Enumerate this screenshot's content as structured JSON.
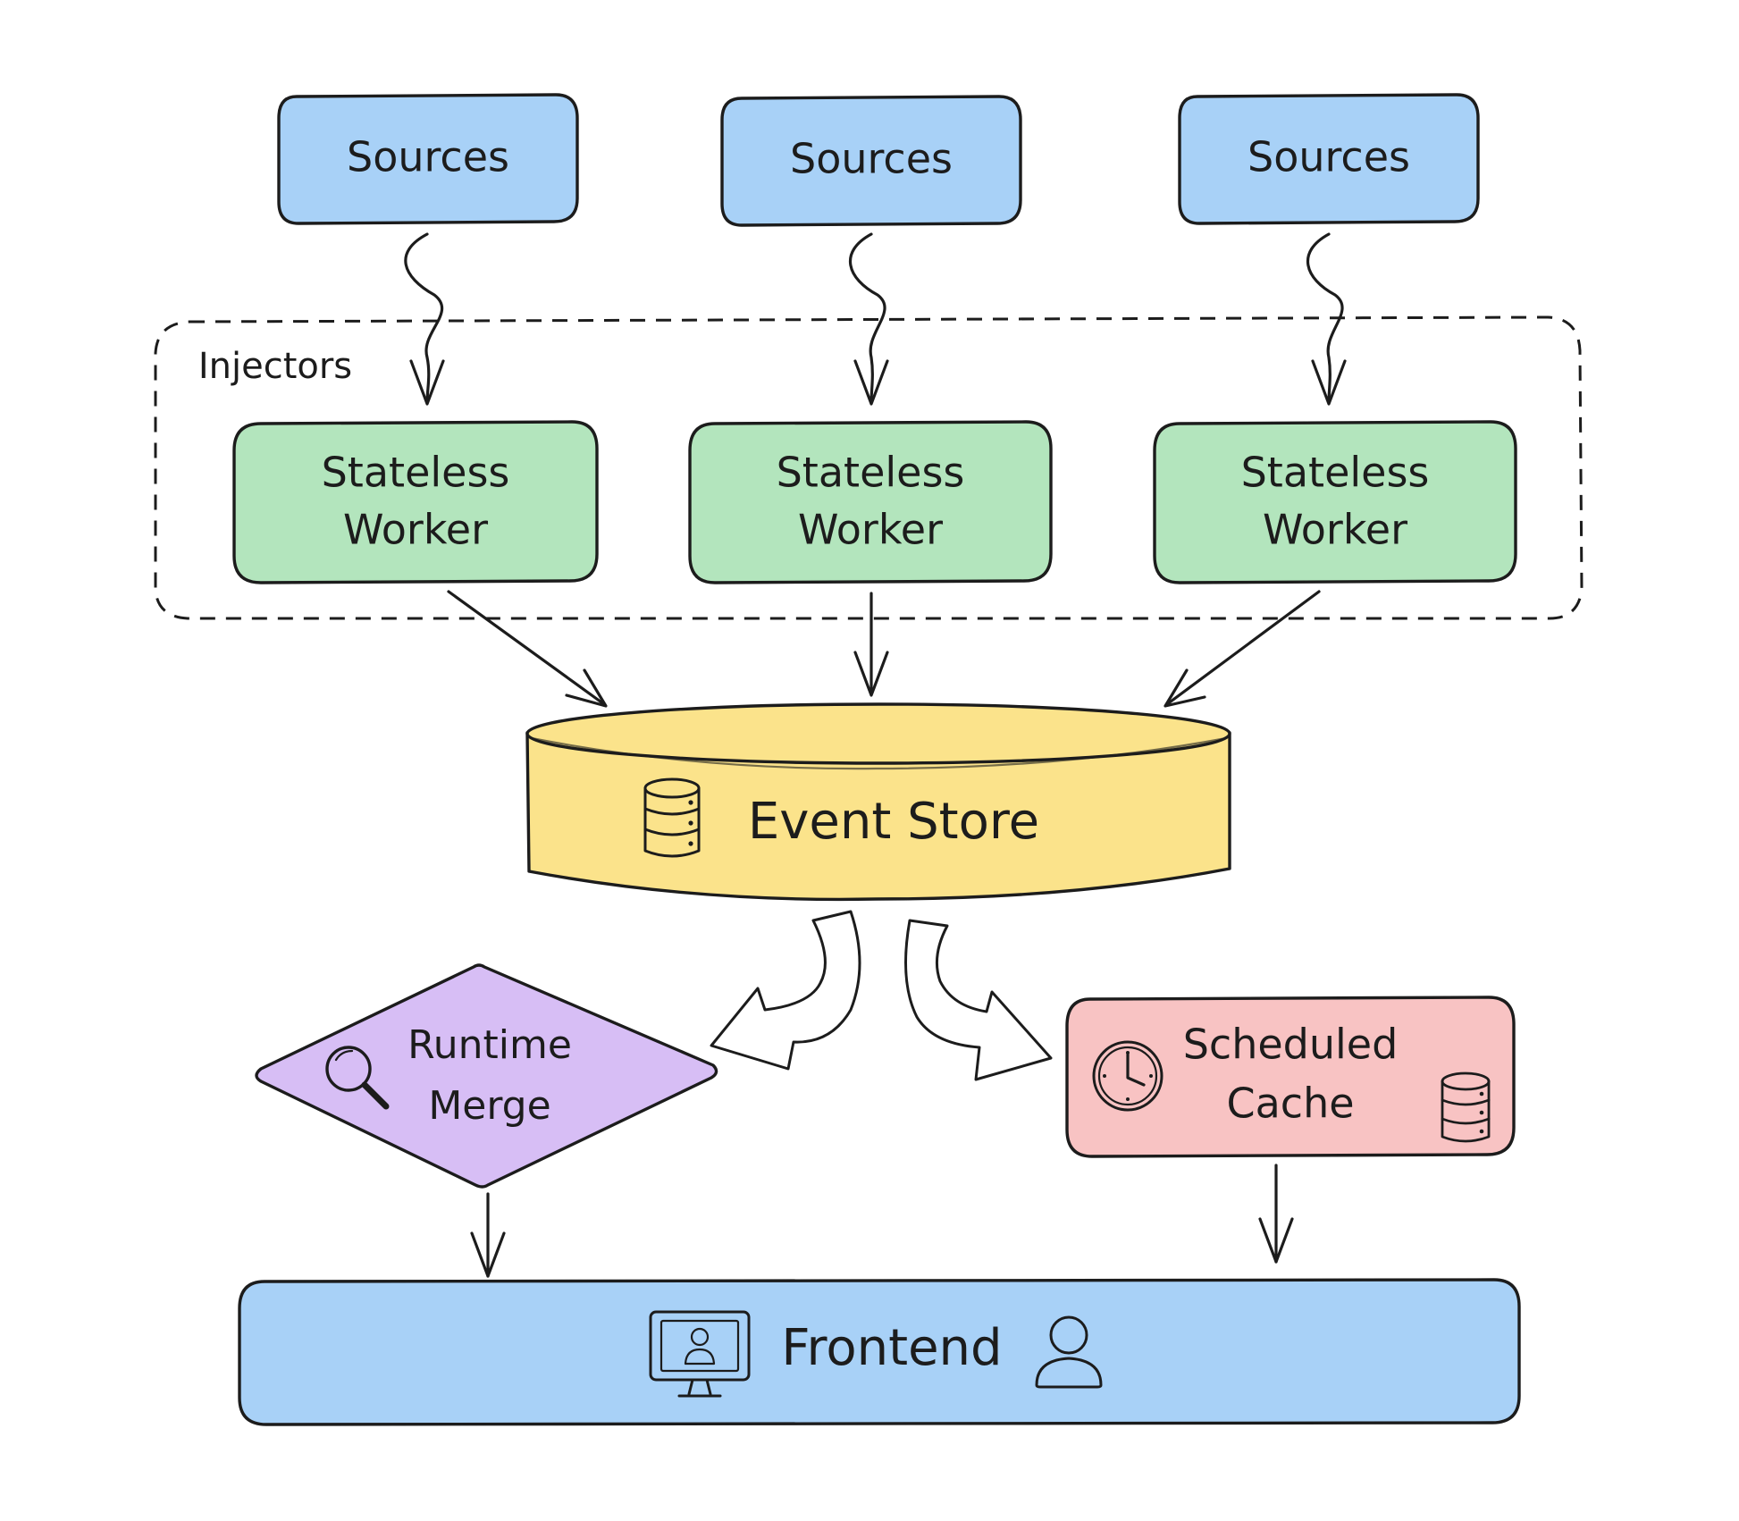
{
  "diagram": {
    "group": {
      "label": "Injectors"
    },
    "sources": [
      {
        "label": "Sources"
      },
      {
        "label": "Sources"
      },
      {
        "label": "Sources"
      }
    ],
    "workers": [
      {
        "line1": "Stateless",
        "line2": "Worker"
      },
      {
        "line1": "Stateless",
        "line2": "Worker"
      },
      {
        "line1": "Stateless",
        "line2": "Worker"
      }
    ],
    "event_store": {
      "label": "Event Store",
      "icon": "database-icon"
    },
    "runtime_merge": {
      "line1": "Runtime",
      "line2": "Merge",
      "icon": "magnifier-icon"
    },
    "scheduled_cache": {
      "line1": "Scheduled",
      "line2": "Cache",
      "icons": [
        "clock-icon",
        "database-icon"
      ]
    },
    "frontend": {
      "label": "Frontend",
      "icons": [
        "monitor-user-icon",
        "user-icon"
      ]
    }
  },
  "colors": {
    "sources": "#a8d1f7",
    "workers": "#b3e5bd",
    "event_store": "#fbe38b",
    "runtime_merge": "#d7bef5",
    "scheduled_cache": "#f8c3c3",
    "frontend": "#a8d1f7",
    "ink": "#1c1c1c"
  }
}
